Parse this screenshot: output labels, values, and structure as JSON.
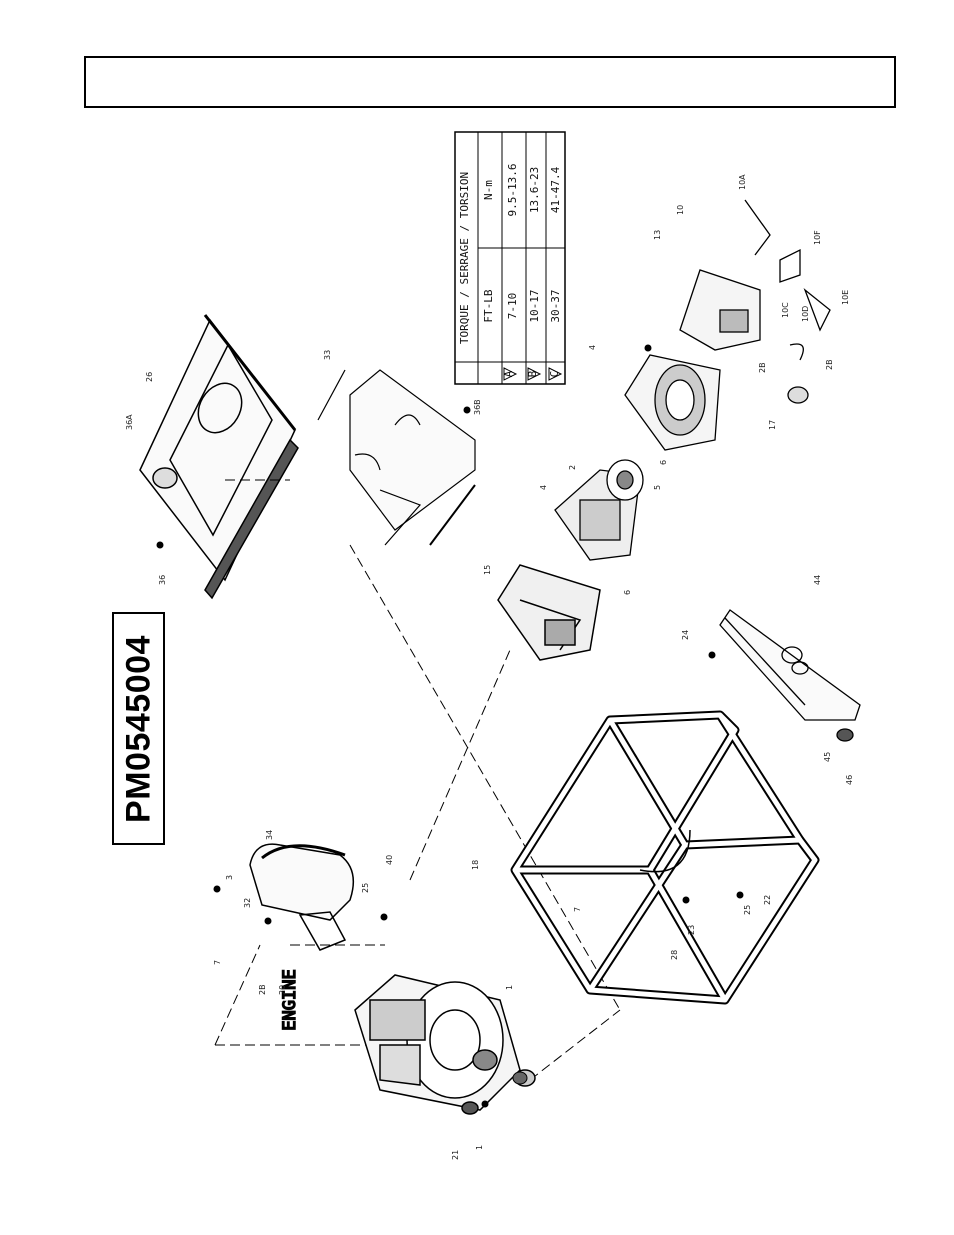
{
  "model_number": "PM0545004",
  "engine_label": "ENGINE",
  "torque_table": {
    "title": "TORQUE / SERRAGE / TORSION",
    "columns": [
      "FT-LB",
      "N-m"
    ],
    "rows": [
      {
        "mark": "A",
        "ftlb": "7-10",
        "nm": "9.5-13.6"
      },
      {
        "mark": "B",
        "ftlb": "10-17",
        "nm": "13.6-23"
      },
      {
        "mark": "C",
        "ftlb": "30-37",
        "nm": "41-47.4"
      }
    ]
  },
  "part_labels": [
    "34",
    "3",
    "32",
    "7",
    "2B",
    "20",
    "40",
    "25",
    "1",
    "21",
    "1",
    "18",
    "28",
    "23",
    "25",
    "22",
    "7",
    "15",
    "6",
    "4",
    "2",
    "6",
    "5",
    "4",
    "13",
    "10",
    "10C",
    "10D",
    "10E",
    "10F",
    "10A",
    "2B",
    "2B",
    "17",
    "26",
    "33",
    "36",
    "36A",
    "36B",
    "24",
    "44",
    "45",
    "46"
  ],
  "icons": [
    "triangle-mark-icon",
    "bolt-icon",
    "wheel-icon"
  ]
}
